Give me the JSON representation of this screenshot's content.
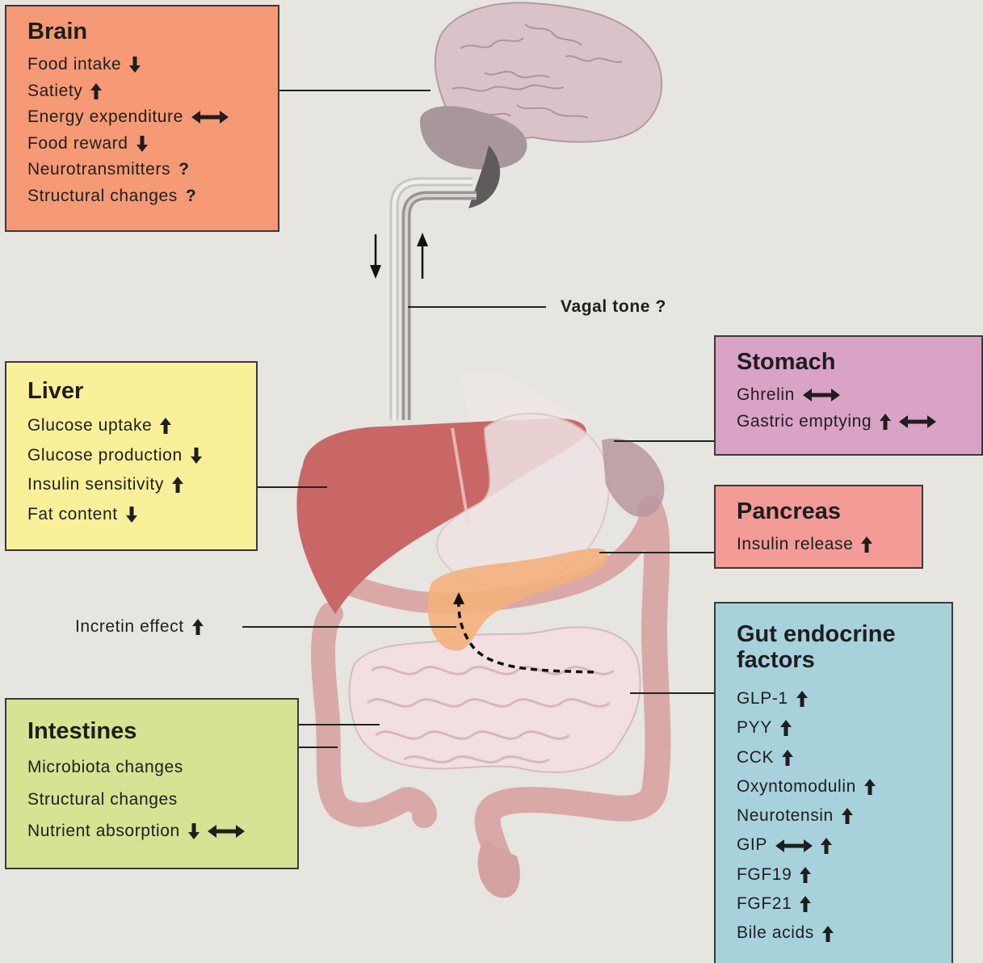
{
  "colors": {
    "background": "#e6e5e0",
    "brain_box": "#f59a74",
    "liver_box": "#faf09a",
    "intestines_box": "#d7e293",
    "stomach_box": "#d9a3c6",
    "pancreas_box": "#f29b97",
    "gut_box": "#a7d2dc"
  },
  "brain": {
    "title": "Brain",
    "items": [
      {
        "label": "Food intake",
        "icons": [
          "arrow-down-icon"
        ]
      },
      {
        "label": "Satiety",
        "icons": [
          "arrow-up-icon"
        ]
      },
      {
        "label": "Energy expenditure",
        "icons": [
          "double-arrow-icon"
        ]
      },
      {
        "label": "Food reward",
        "icons": [
          "arrow-down-icon"
        ]
      },
      {
        "label": "Neurotransmitters",
        "symbol": "?"
      },
      {
        "label": "Structural changes",
        "symbol": "?"
      }
    ]
  },
  "vagal": {
    "label": "Vagal tone ?"
  },
  "liver": {
    "title": "Liver",
    "items": [
      {
        "label": "Glucose uptake",
        "icons": [
          "arrow-up-icon"
        ]
      },
      {
        "label": "Glucose production",
        "icons": [
          "arrow-down-icon"
        ]
      },
      {
        "label": "Insulin sensitivity",
        "icons": [
          "arrow-up-icon"
        ]
      },
      {
        "label": "Fat content",
        "icons": [
          "arrow-down-icon"
        ]
      }
    ]
  },
  "stomach": {
    "title": "Stomach",
    "items": [
      {
        "label": "Ghrelin",
        "icons": [
          "double-arrow-icon"
        ]
      },
      {
        "label": "Gastric emptying",
        "icons": [
          "arrow-up-icon",
          "double-arrow-icon"
        ]
      }
    ]
  },
  "pancreas": {
    "title": "Pancreas",
    "items": [
      {
        "label": "Insulin release",
        "icons": [
          "arrow-up-icon"
        ]
      }
    ]
  },
  "incretin": {
    "label": "Incretin effect",
    "icons": [
      "arrow-up-icon"
    ]
  },
  "intestines": {
    "title": "Intestines",
    "items": [
      {
        "label": "Microbiota changes"
      },
      {
        "label": "Structural changes"
      },
      {
        "label": "Nutrient absorption",
        "icons": [
          "arrow-down-icon",
          "double-arrow-icon"
        ]
      }
    ]
  },
  "gut": {
    "title_line1": "Gut endocrine",
    "title_line2": "factors",
    "items": [
      {
        "label": "GLP-1",
        "icons": [
          "arrow-up-icon"
        ]
      },
      {
        "label": "PYY",
        "icons": [
          "arrow-up-icon"
        ]
      },
      {
        "label": "CCK",
        "icons": [
          "arrow-up-icon"
        ]
      },
      {
        "label": "Oxyntomodulin",
        "icons": [
          "arrow-up-icon"
        ]
      },
      {
        "label": "Neurotensin",
        "icons": [
          "arrow-up-icon"
        ]
      },
      {
        "label": "GIP",
        "icons": [
          "double-arrow-icon",
          "arrow-up-icon"
        ]
      },
      {
        "label": "FGF19",
        "icons": [
          "arrow-up-icon"
        ]
      },
      {
        "label": "FGF21",
        "icons": [
          "arrow-up-icon"
        ]
      },
      {
        "label": "Bile acids",
        "icons": [
          "arrow-up-icon"
        ]
      }
    ]
  }
}
